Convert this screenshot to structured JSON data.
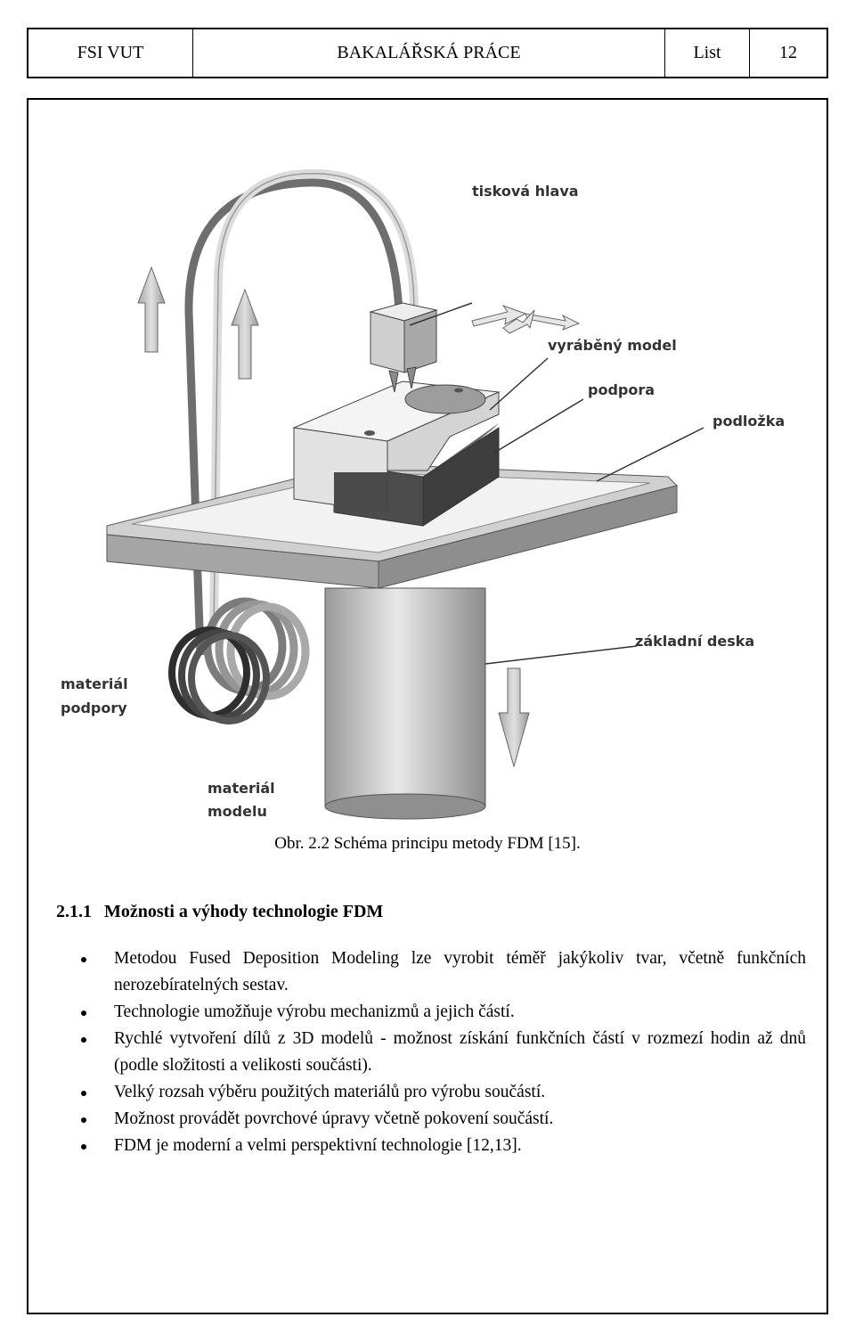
{
  "header": {
    "left": "FSI VUT",
    "center": "BAKALÁŘSKÁ PRÁCE",
    "list_label": "List",
    "page_number": "12"
  },
  "figure": {
    "labels": {
      "head": "tisková hlava",
      "model": "vyráběný model",
      "support": "podpora",
      "pad": "podložka",
      "base": "základní deska",
      "support_material_1": "materiál",
      "support_material_2": "podpory",
      "model_material_1": "materiál",
      "model_material_2": "modelu"
    },
    "caption": "Obr. 2.2 Schéma principu metody FDM [15]."
  },
  "section": {
    "number": "2.1.1",
    "title": "Možnosti a výhody technologie FDM"
  },
  "items": [
    "Metodou Fused Deposition Modeling lze vyrobit téměř jakýkoliv tvar, včetně funkčních nerozebíratelných sestav.",
    "Technologie umožňuje výrobu mechanizmů a jejich částí.",
    "Rychlé vytvoření dílů z 3D modelů - možnost získání funkčních částí v rozmezí hodin až dnů (podle složitosti a velikosti součásti).",
    "Velký rozsah výběru použitých materiálů pro výrobu součástí.",
    "Možnost provádět povrchové úpravy včetně pokovení součástí.",
    "FDM je moderní a velmi perspektivní technologie [12,13]."
  ]
}
